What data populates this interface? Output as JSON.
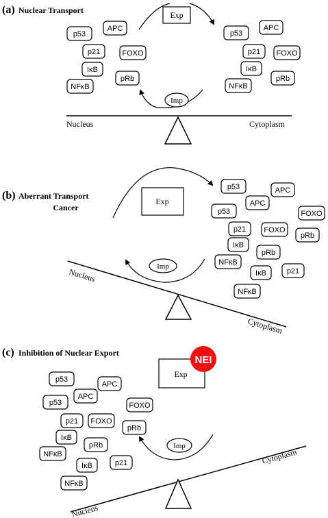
{
  "panels": [
    {
      "title_letter": "(a)",
      "title": "Nuclear Transport",
      "exporter": "Exp",
      "importer": "Imp",
      "left_label": "Nucleus",
      "right_label": "Cytoplasm",
      "proteins": [
        "p53",
        "APC",
        "p21",
        "FOXO",
        "IκB",
        "pRb",
        "NFκB",
        "p53",
        "APC",
        "p21",
        "FOXO",
        "IκB",
        "pRb",
        "NFκB"
      ]
    },
    {
      "title_letter": "(b)",
      "title": "Aberrant Transport",
      "subtitle": "Cancer",
      "exporter": "Exp",
      "importer": "Imp",
      "left_label": "Nucleus",
      "right_label": "Cytoplasm",
      "proteins": [
        "p53",
        "APC",
        "p53",
        "APC",
        "FOXO",
        "p21",
        "FOXO",
        "pRb",
        "IκB",
        "pRb",
        "NFκB",
        "p21",
        "IκB",
        "NFκB"
      ]
    },
    {
      "title_letter": "(c)",
      "title": "Inhibition of Nuclear Export",
      "exporter": "Exp",
      "inhibitor": "NEI",
      "importer": "Imp",
      "left_label": "Nucleus",
      "right_label": "Cytoplasm",
      "proteins": [
        "p53",
        "APC",
        "p53",
        "APC",
        "FOXO",
        "p21",
        "FOXO",
        "pRb",
        "IκB",
        "pRb",
        "NFκB",
        "p21",
        "IκB",
        "NFκB"
      ]
    }
  ],
  "colors": {
    "line": "#000000",
    "inhibitor_fill": "#ee1111",
    "inhibitor_text": "#ffffff",
    "background": "#ffffff"
  }
}
